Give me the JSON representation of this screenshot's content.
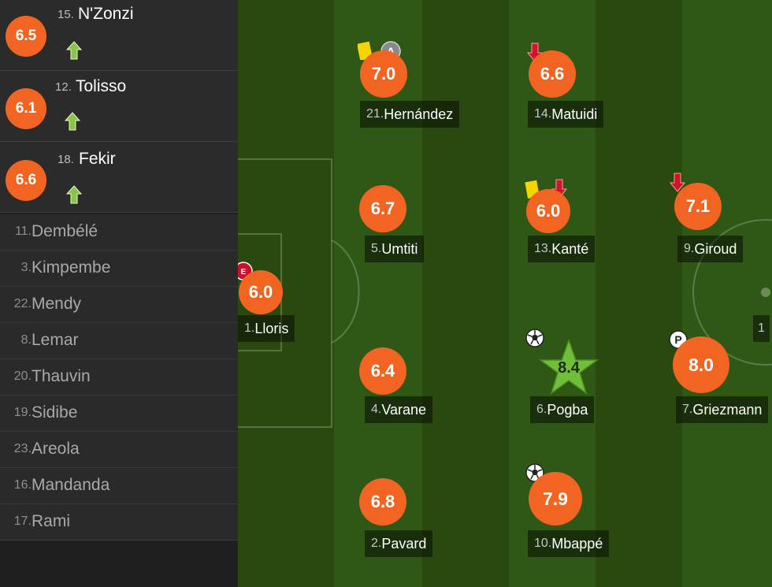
{
  "subs": [
    {
      "number": "15.",
      "name": "N'Zonzi",
      "rating": "6.5"
    },
    {
      "number": "12.",
      "name": "Tolisso",
      "rating": "6.1"
    },
    {
      "number": "18.",
      "name": "Fekir",
      "rating": "6.6"
    }
  ],
  "bench": [
    {
      "number": "11.",
      "name": "Dembélé"
    },
    {
      "number": "3.",
      "name": "Kimpembe"
    },
    {
      "number": "22.",
      "name": "Mendy"
    },
    {
      "number": "8.",
      "name": "Lemar"
    },
    {
      "number": "20.",
      "name": "Thauvin"
    },
    {
      "number": "19.",
      "name": "Sidibe"
    },
    {
      "number": "23.",
      "name": "Areola"
    },
    {
      "number": "16.",
      "name": "Mandanda"
    },
    {
      "number": "17.",
      "name": "Rami"
    }
  ],
  "players": {
    "hernandez": {
      "number": "21.",
      "name": "Hernández",
      "rating": "7.0"
    },
    "matuidi": {
      "number": "14.",
      "name": "Matuidi",
      "rating": "6.6"
    },
    "umtiti": {
      "number": "5.",
      "name": "Umtiti",
      "rating": "6.7"
    },
    "kante": {
      "number": "13.",
      "name": "Kanté",
      "rating": "6.0"
    },
    "giroud": {
      "number": "9.",
      "name": "Giroud",
      "rating": "7.1"
    },
    "lloris": {
      "number": "1.",
      "name": "Lloris",
      "rating": "6.0"
    },
    "varane": {
      "number": "4.",
      "name": "Varane",
      "rating": "6.4"
    },
    "pogba": {
      "number": "6.",
      "name": "Pogba",
      "rating": "8.4"
    },
    "griezmann": {
      "number": "7.",
      "name": "Griezmann",
      "rating": "8.0"
    },
    "pavard": {
      "number": "2.",
      "name": "Pavard",
      "rating": "6.8"
    },
    "mbappe": {
      "number": "10.",
      "name": "Mbappé",
      "rating": "7.9"
    }
  },
  "opponent_partial_number": "1",
  "icons": {
    "captain_badge": "A",
    "error_badge": "E",
    "penalty_badge": "P"
  },
  "colors": {
    "rating_orange": "#f26422",
    "motm_star_green": "#6fbf3a",
    "sub_in_arrow": "#8bc34a",
    "sub_out_arrow": "#d0142c",
    "yellow_card": "#f5d400"
  }
}
